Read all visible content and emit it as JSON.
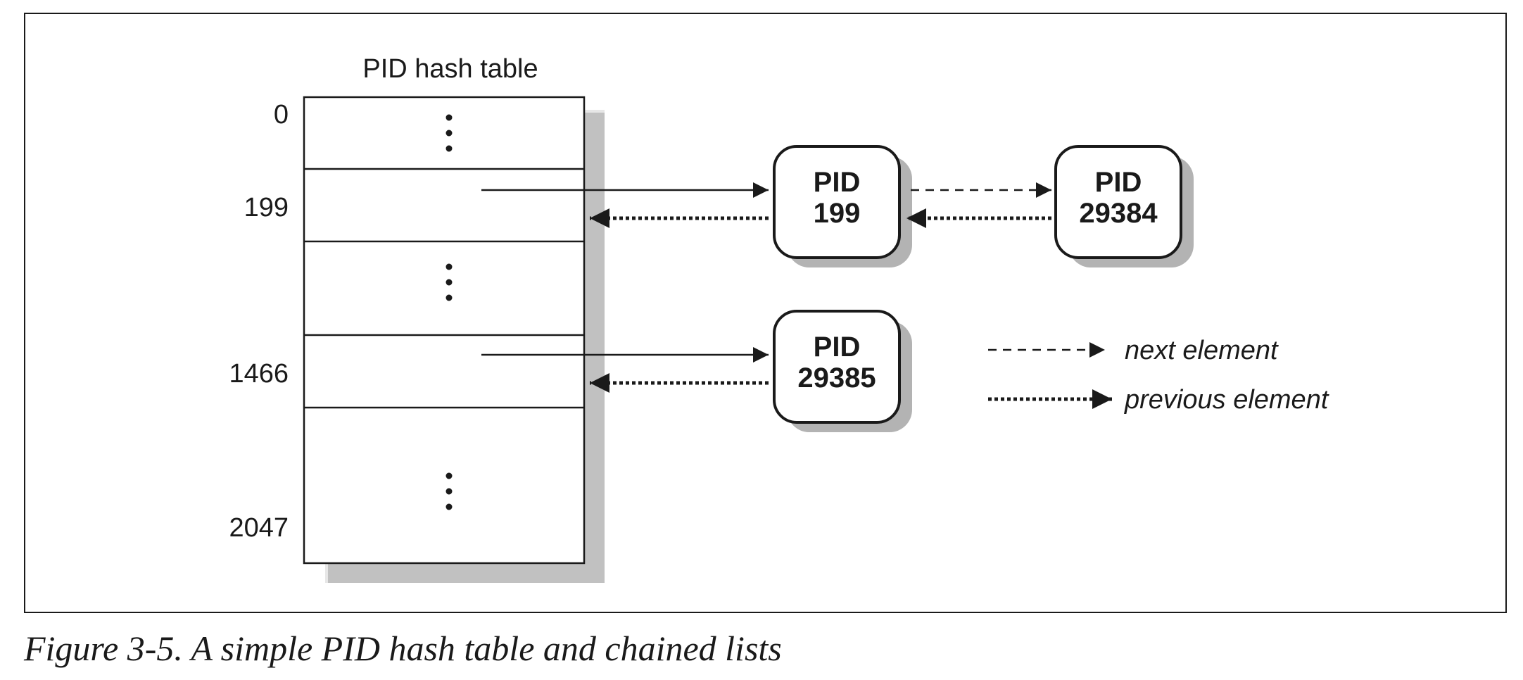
{
  "table": {
    "title": "PID hash table",
    "indices": [
      "0",
      "199",
      "1466",
      "2047"
    ]
  },
  "nodes": [
    {
      "line1": "PID",
      "line2": "199"
    },
    {
      "line1": "PID",
      "line2": "29384"
    },
    {
      "line1": "PID",
      "line2": "29385"
    }
  ],
  "legend": {
    "next": "next element",
    "previous": "previous element"
  },
  "caption": "Figure 3-5. A simple PID hash table and chained lists"
}
